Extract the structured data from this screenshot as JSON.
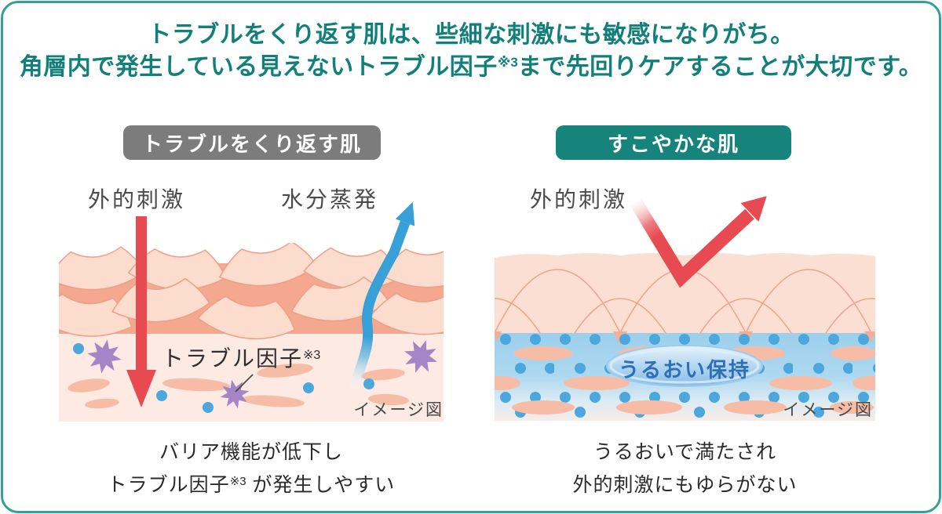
{
  "headline": {
    "line1": "トラブルをくり返す肌は、些細な刺激にも敏感になりがち。",
    "line2_before": "角層内で発生している見えないトラブル因子",
    "line2_sup": "※3",
    "line2_after": "まで先回りケアすることが大切です。"
  },
  "left_panel": {
    "badge": "トラブルをくり返す肌",
    "external_stimulus_label": "外的刺激",
    "evaporation_label": "水分蒸発",
    "trouble_factor_label": "トラブル因子",
    "trouble_factor_sup": "※3",
    "image_note": "イメージ図",
    "caption_line1": "バリア機能が低下し",
    "caption_line2_before": "トラブル因子",
    "caption_line2_sup": "※3",
    "caption_line2_after": " が発生しやすい"
  },
  "right_panel": {
    "badge": "すこやかな肌",
    "external_stimulus_label": "外的刺激",
    "moisture_label": "うるおい保持",
    "image_note": "イメージ図",
    "caption_line1": "うるおいで満たされ",
    "caption_line2": "外的刺激にもゆらがない"
  },
  "colors": {
    "teal_text": "#12807a",
    "teal_badge": "#16847a",
    "teal_border": "#32a198",
    "gray_badge": "#7c7c7c",
    "red_arrow": "#e84a52",
    "blue_arrow": "#38a0d8",
    "moisture_dot": "#4ba7dc",
    "trouble_star": "#a685c6",
    "skin_fill": "#fbdccd",
    "skin_outline": "#ef9e87"
  }
}
